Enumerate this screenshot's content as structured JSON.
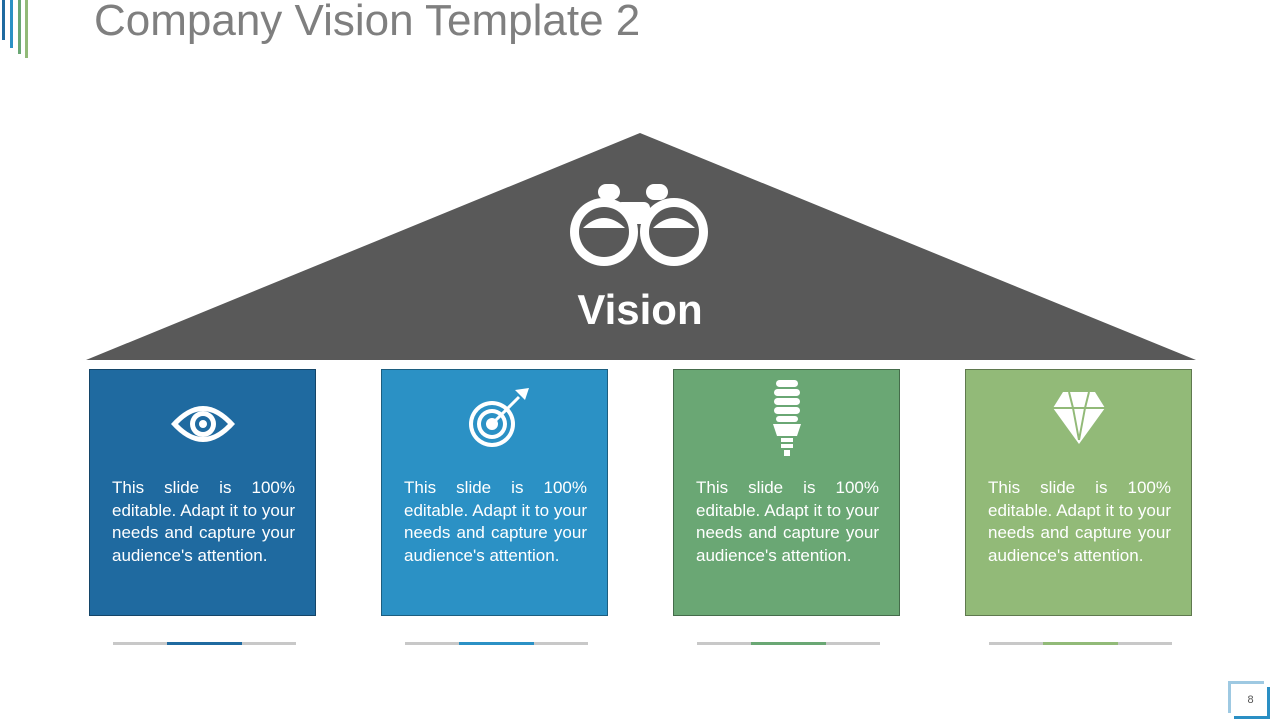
{
  "slide": {
    "title": "Company Vision Template 2",
    "vision_label": "Vision",
    "page_number": "8",
    "icon": "binoculars-icon"
  },
  "colors": {
    "title": "#7f7f7f",
    "roof": "#595959",
    "card_1": "#1f6aa0",
    "card_2": "#2b91c5",
    "card_3": "#6aa774",
    "card_4": "#92ba78",
    "underline_base": "#c8c8c8"
  },
  "cards": [
    {
      "icon": "eye-icon",
      "text": "This slide is 100% editable. Adapt it to your needs and capture your audience's attention."
    },
    {
      "icon": "target-icon",
      "text": "This slide is 100% editable. Adapt it to your needs and capture your audience's attention."
    },
    {
      "icon": "lightbulb-icon",
      "text": "This slide is 100% editable. Adapt it to your needs and capture your audience's attention."
    },
    {
      "icon": "diamond-icon",
      "text": "This slide is 100% editable. Adapt it to your needs and capture your audience's attention."
    }
  ]
}
